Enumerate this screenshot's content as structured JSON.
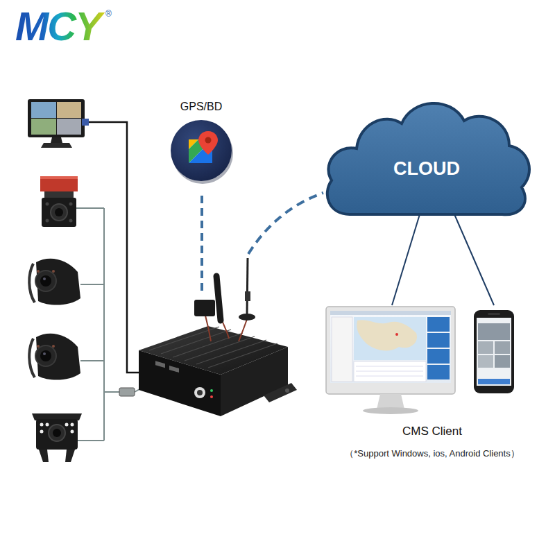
{
  "diagram": {
    "nodes": [
      {
        "text": [
          "GPS/BD"
        ]
      },
      {
        "text": [
          "CLOUD"
        ]
      },
      {
        "text": [
          "CMS Client",
          "（*Support Windows, ios, Android Clients）"
        ]
      }
    ],
    "edges": [
      {
        "from": 1,
        "to": 2,
        "arrow": "none"
      },
      {
        "from": 1,
        "to": 2,
        "arrow": "none"
      }
    ],
    "labels": [
      "MCY",
      "®"
    ]
  }
}
